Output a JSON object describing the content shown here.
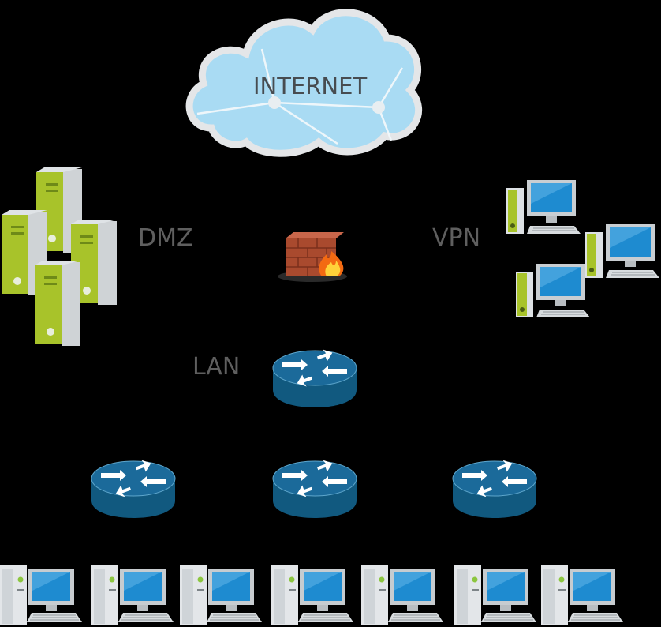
{
  "labels": {
    "internet": "INTERNET",
    "dmz": "DMZ",
    "vpn": "VPN",
    "lan": "LAN"
  },
  "colors": {
    "background": "#000000",
    "cloud_fill": "#a9dbf3",
    "cloud_outline": "#e4e6e8",
    "label_gray": "#5f5f5f",
    "router_blue": "#1b6a9a",
    "server_green": "#a8c32a",
    "monitor_blue": "#1e8bd0",
    "firewall_brick": "#a94a2e"
  },
  "icons": {
    "cloud": "internet-cloud-icon",
    "firewall": "firewall-icon",
    "router": "router-icon",
    "server": "server-tower-icon",
    "workstation": "workstation-icon"
  }
}
